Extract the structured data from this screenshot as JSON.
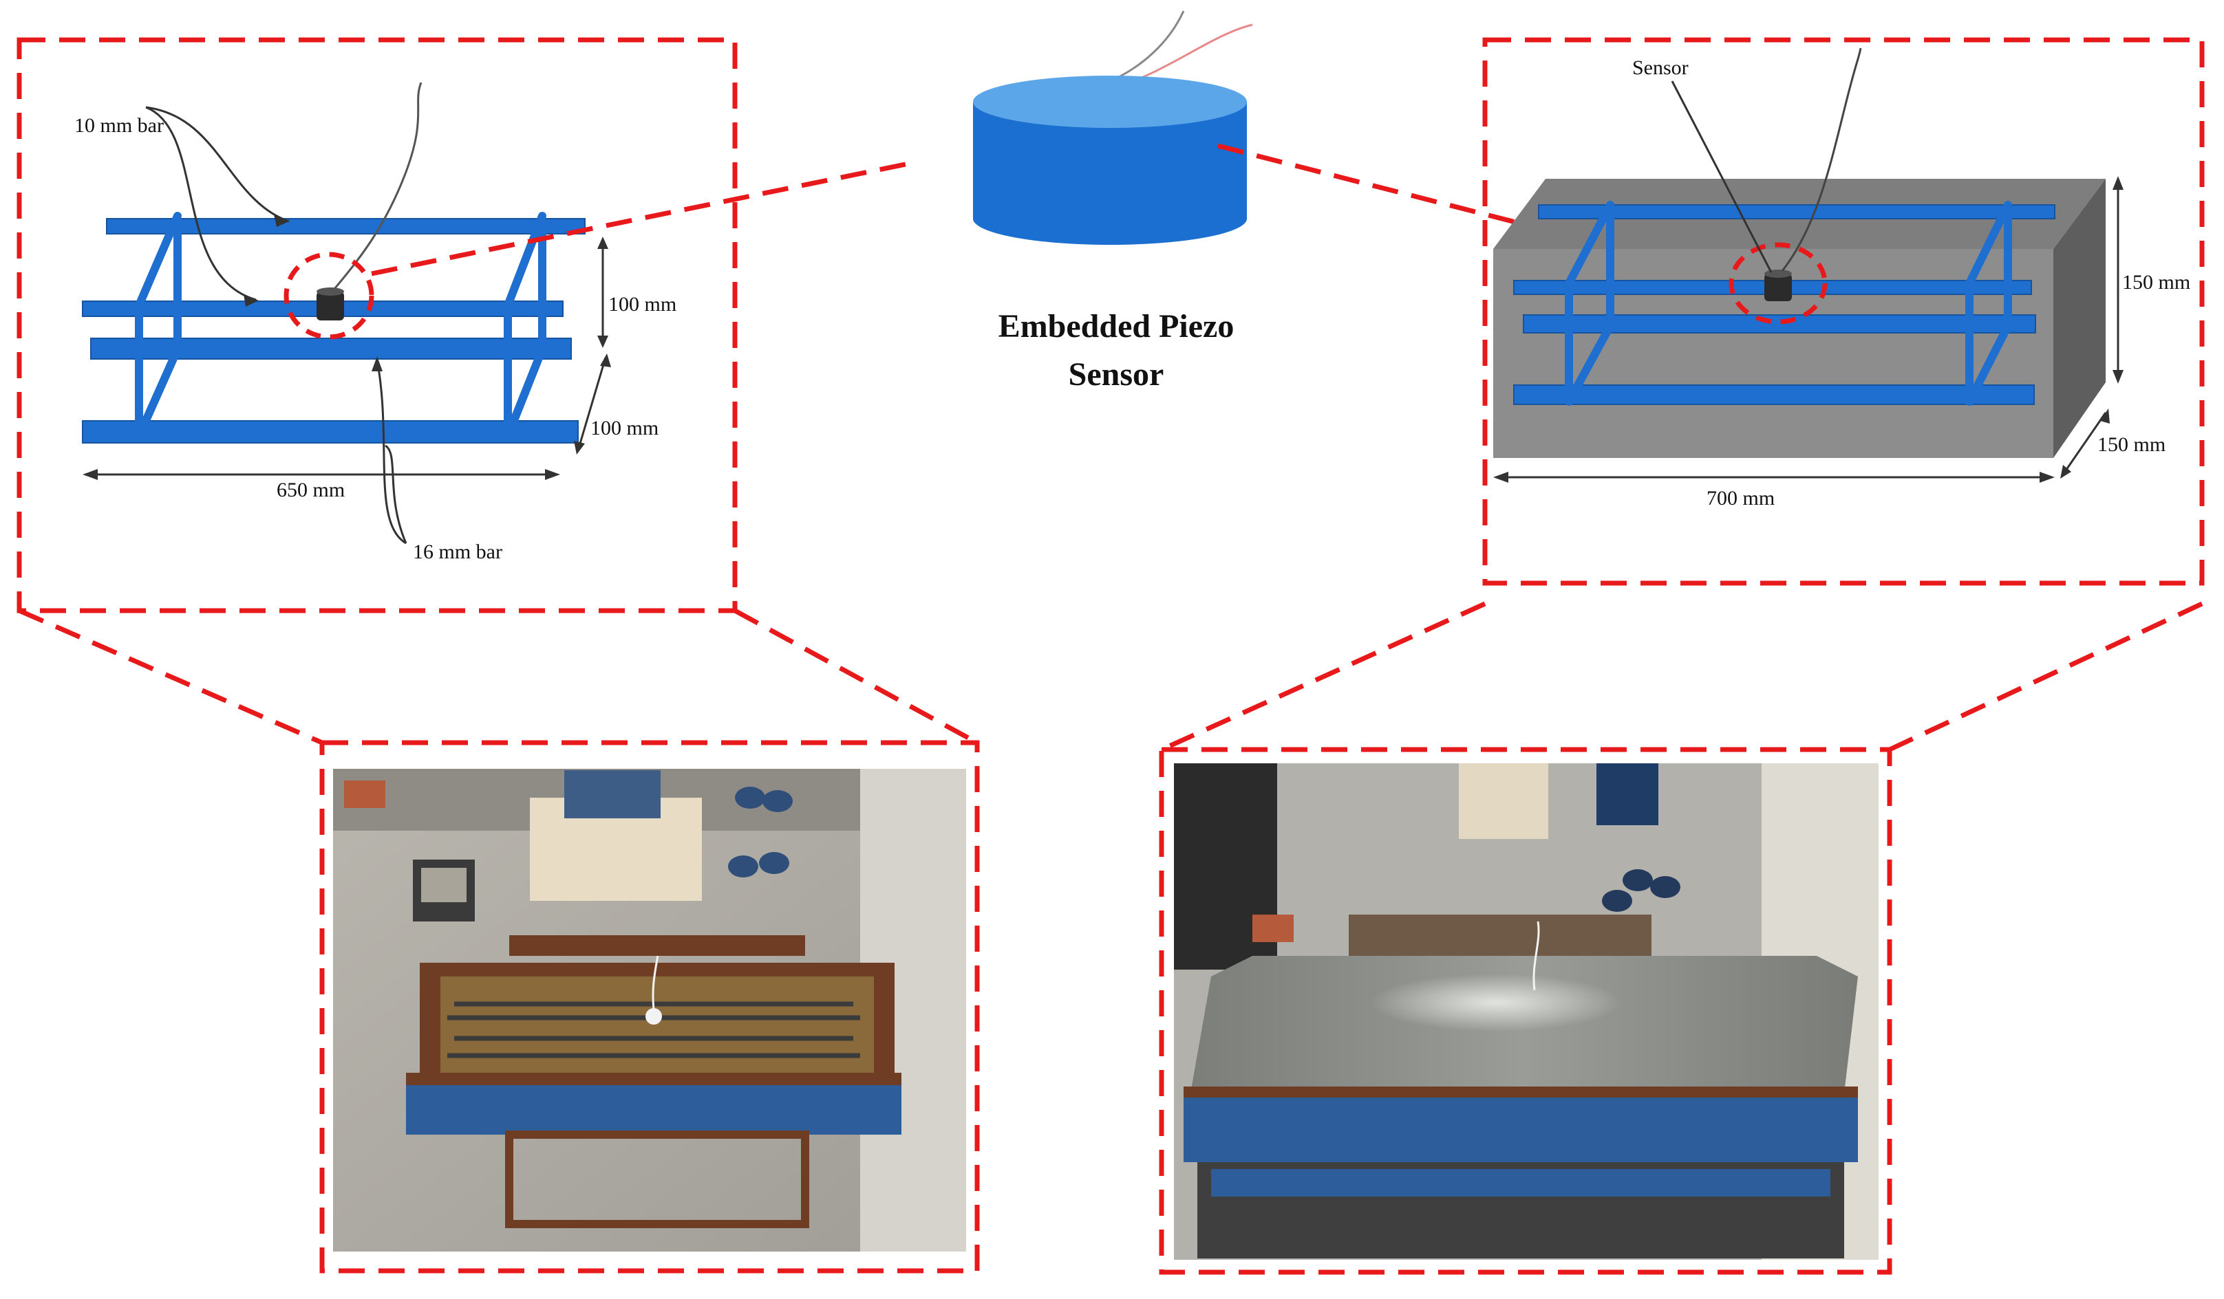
{
  "center": {
    "title_line1": "Embedded Piezo",
    "title_line2": "Sensor"
  },
  "cage_diagram": {
    "label_top_bar": "10 mm bar",
    "label_bottom_bar": "16 mm bar",
    "label_height": "100 mm",
    "label_depth": "100 mm",
    "label_length": "650 mm"
  },
  "beam_diagram": {
    "label_sensor": "Sensor",
    "label_height": "150 mm",
    "label_depth": "150 mm",
    "label_length": "700 mm"
  },
  "colors": {
    "callout": "#e8191b",
    "rebar": "#1f6fd1",
    "concrete_front": "#8d8d8d",
    "concrete_top": "#7e7e7e",
    "concrete_side": "#5e5e5e",
    "sensor_body": "#1a6fd0",
    "sensor_top": "#5ba6e8"
  },
  "photos": [
    {
      "name": "photo-mould-with-cage",
      "depicts": "steel mould with rebar cage before casting"
    },
    {
      "name": "photo-cast-beam",
      "depicts": "mould filled with fresh concrete"
    }
  ]
}
